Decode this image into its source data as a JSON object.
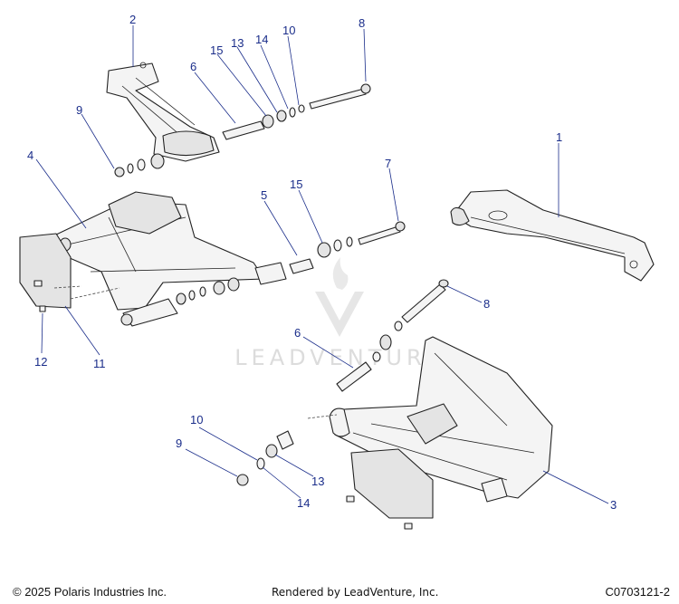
{
  "watermark": "LEADVENTURE",
  "footer": {
    "copyright": "© 2025 Polaris Industries Inc.",
    "rendered_by": "Rendered by LeadVenture, Inc.",
    "diagram_code": "C0703121-2"
  },
  "callouts": [
    {
      "id": "c1",
      "label": "1"
    },
    {
      "id": "c2",
      "label": "2"
    },
    {
      "id": "c3",
      "label": "3"
    },
    {
      "id": "c4",
      "label": "4"
    },
    {
      "id": "c5",
      "label": "5"
    },
    {
      "id": "c6a",
      "label": "6"
    },
    {
      "id": "c6b",
      "label": "6"
    },
    {
      "id": "c7",
      "label": "7"
    },
    {
      "id": "c8a",
      "label": "8"
    },
    {
      "id": "c8b",
      "label": "8"
    },
    {
      "id": "c9a",
      "label": "9"
    },
    {
      "id": "c9b",
      "label": "9"
    },
    {
      "id": "c10a",
      "label": "10"
    },
    {
      "id": "c10b",
      "label": "10"
    },
    {
      "id": "c11",
      "label": "11"
    },
    {
      "id": "c12",
      "label": "12"
    },
    {
      "id": "c13a",
      "label": "13"
    },
    {
      "id": "c13b",
      "label": "13"
    },
    {
      "id": "c14a",
      "label": "14"
    },
    {
      "id": "c14b",
      "label": "14"
    },
    {
      "id": "c15a",
      "label": "15"
    },
    {
      "id": "c15b",
      "label": "15"
    }
  ]
}
